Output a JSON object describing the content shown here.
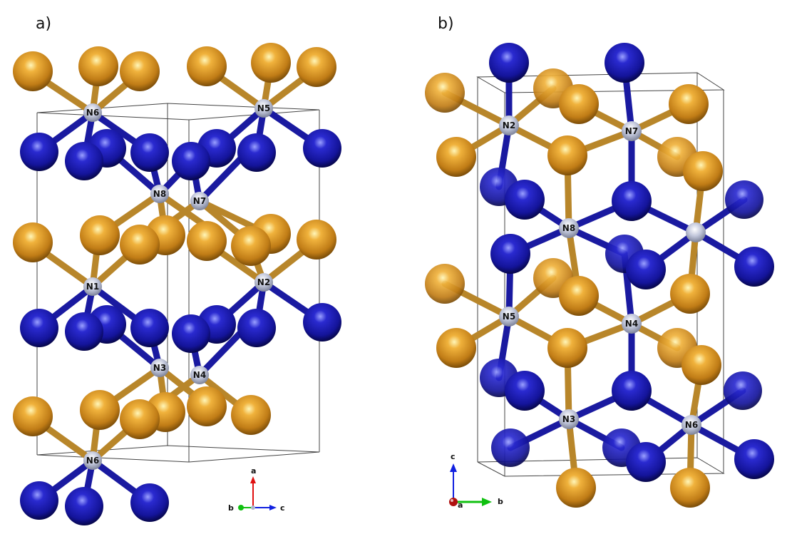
{
  "panels": [
    {
      "label": "a)",
      "atom_labels": [
        "N6",
        "N5",
        "N8",
        "N7",
        "N1",
        "N2",
        "N3",
        "N4",
        "N6"
      ],
      "axes": {
        "up": "a",
        "left": "b",
        "right": "c"
      }
    },
    {
      "label": "b)",
      "atom_labels": [
        "N2",
        "N7",
        "N8",
        "N5",
        "N4",
        "N3",
        "N6"
      ],
      "axes": {
        "up": "c",
        "origin": "a",
        "right": "b"
      }
    }
  ],
  "colors": {
    "metal": "#d7952a",
    "metal_dark": "#8a5a10",
    "nonmetal": "#1c1ca8",
    "nonmetal_dark": "#08085a",
    "nitrogen": "#aeb4cc",
    "bond_metal": "#b8862a",
    "bond_nonmetal": "#1a1aa0",
    "cell_line": "#333333",
    "axis_red": "#e01010",
    "axis_green": "#10c010",
    "axis_blue": "#1020e0"
  }
}
